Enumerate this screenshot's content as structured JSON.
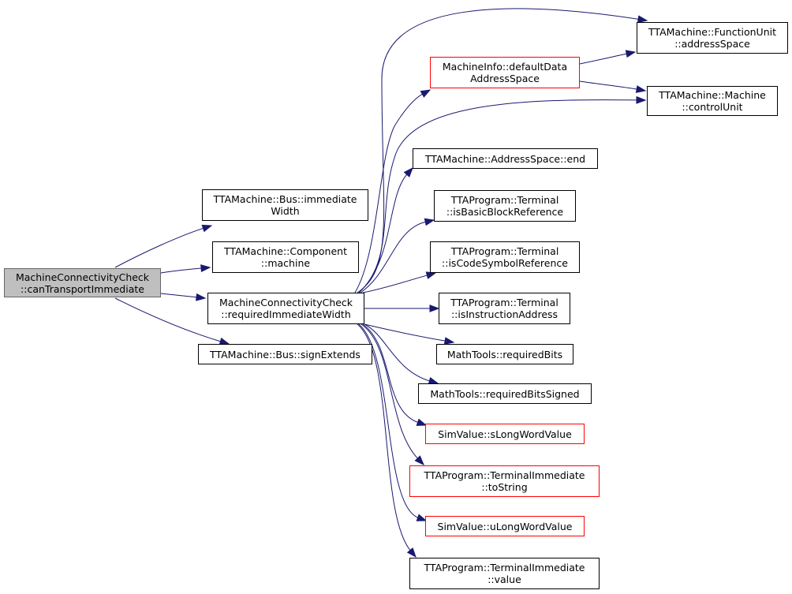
{
  "colors": {
    "edge": "#191970",
    "node_border": "#000000",
    "incomplete_node_border": "#ff0000",
    "root_fill": "#bfbfbf",
    "background": "#ffffff"
  },
  "nodes": [
    {
      "id": "root",
      "lines": [
        "MachineConnectivityCheck",
        "::canTransportImmediate"
      ],
      "style": "root"
    },
    {
      "id": "bus_immediate_width",
      "lines": [
        "TTAMachine::Bus::immediate",
        "Width"
      ],
      "style": "normal"
    },
    {
      "id": "component_machine",
      "lines": [
        "TTAMachine::Component",
        "::machine"
      ],
      "style": "normal"
    },
    {
      "id": "required_immediate_width",
      "lines": [
        "MachineConnectivityCheck",
        "::requiredImmediateWidth"
      ],
      "style": "normal"
    },
    {
      "id": "bus_sign_extends",
      "lines": [
        "TTAMachine::Bus::signExtends"
      ],
      "style": "normal"
    },
    {
      "id": "function_unit_address_space",
      "lines": [
        "TTAMachine::FunctionUnit",
        "::addressSpace"
      ],
      "style": "normal"
    },
    {
      "id": "default_data_address_space",
      "lines": [
        "MachineInfo::defaultData",
        "AddressSpace"
      ],
      "style": "incomplete"
    },
    {
      "id": "machine_control_unit",
      "lines": [
        "TTAMachine::Machine",
        "::controlUnit"
      ],
      "style": "normal"
    },
    {
      "id": "address_space_end",
      "lines": [
        "TTAMachine::AddressSpace::end"
      ],
      "style": "normal"
    },
    {
      "id": "is_basic_block_reference",
      "lines": [
        "TTAProgram::Terminal",
        "::isBasicBlockReference"
      ],
      "style": "normal"
    },
    {
      "id": "is_code_symbol_reference",
      "lines": [
        "TTAProgram::Terminal",
        "::isCodeSymbolReference"
      ],
      "style": "normal"
    },
    {
      "id": "is_instruction_address",
      "lines": [
        "TTAProgram::Terminal",
        "::isInstructionAddress"
      ],
      "style": "normal"
    },
    {
      "id": "required_bits",
      "lines": [
        "MathTools::requiredBits"
      ],
      "style": "normal"
    },
    {
      "id": "required_bits_signed",
      "lines": [
        "MathTools::requiredBitsSigned"
      ],
      "style": "normal"
    },
    {
      "id": "s_long_word_value",
      "lines": [
        "SimValue::sLongWordValue"
      ],
      "style": "incomplete"
    },
    {
      "id": "terminal_immediate_to_string",
      "lines": [
        "TTAProgram::TerminalImmediate",
        "::toString"
      ],
      "style": "incomplete"
    },
    {
      "id": "u_long_word_value",
      "lines": [
        "SimValue::uLongWordValue"
      ],
      "style": "incomplete"
    },
    {
      "id": "terminal_immediate_value",
      "lines": [
        "TTAProgram::TerminalImmediate",
        "::value"
      ],
      "style": "normal"
    }
  ],
  "edges": [
    {
      "from": "root",
      "to": "bus_immediate_width"
    },
    {
      "from": "root",
      "to": "component_machine"
    },
    {
      "from": "root",
      "to": "required_immediate_width"
    },
    {
      "from": "root",
      "to": "bus_sign_extends"
    },
    {
      "from": "required_immediate_width",
      "to": "function_unit_address_space"
    },
    {
      "from": "required_immediate_width",
      "to": "default_data_address_space"
    },
    {
      "from": "required_immediate_width",
      "to": "machine_control_unit"
    },
    {
      "from": "required_immediate_width",
      "to": "address_space_end"
    },
    {
      "from": "required_immediate_width",
      "to": "is_basic_block_reference"
    },
    {
      "from": "required_immediate_width",
      "to": "is_code_symbol_reference"
    },
    {
      "from": "required_immediate_width",
      "to": "is_instruction_address"
    },
    {
      "from": "required_immediate_width",
      "to": "required_bits"
    },
    {
      "from": "required_immediate_width",
      "to": "required_bits_signed"
    },
    {
      "from": "required_immediate_width",
      "to": "s_long_word_value"
    },
    {
      "from": "required_immediate_width",
      "to": "terminal_immediate_to_string"
    },
    {
      "from": "required_immediate_width",
      "to": "u_long_word_value"
    },
    {
      "from": "required_immediate_width",
      "to": "terminal_immediate_value"
    },
    {
      "from": "default_data_address_space",
      "to": "function_unit_address_space"
    },
    {
      "from": "default_data_address_space",
      "to": "machine_control_unit"
    }
  ]
}
